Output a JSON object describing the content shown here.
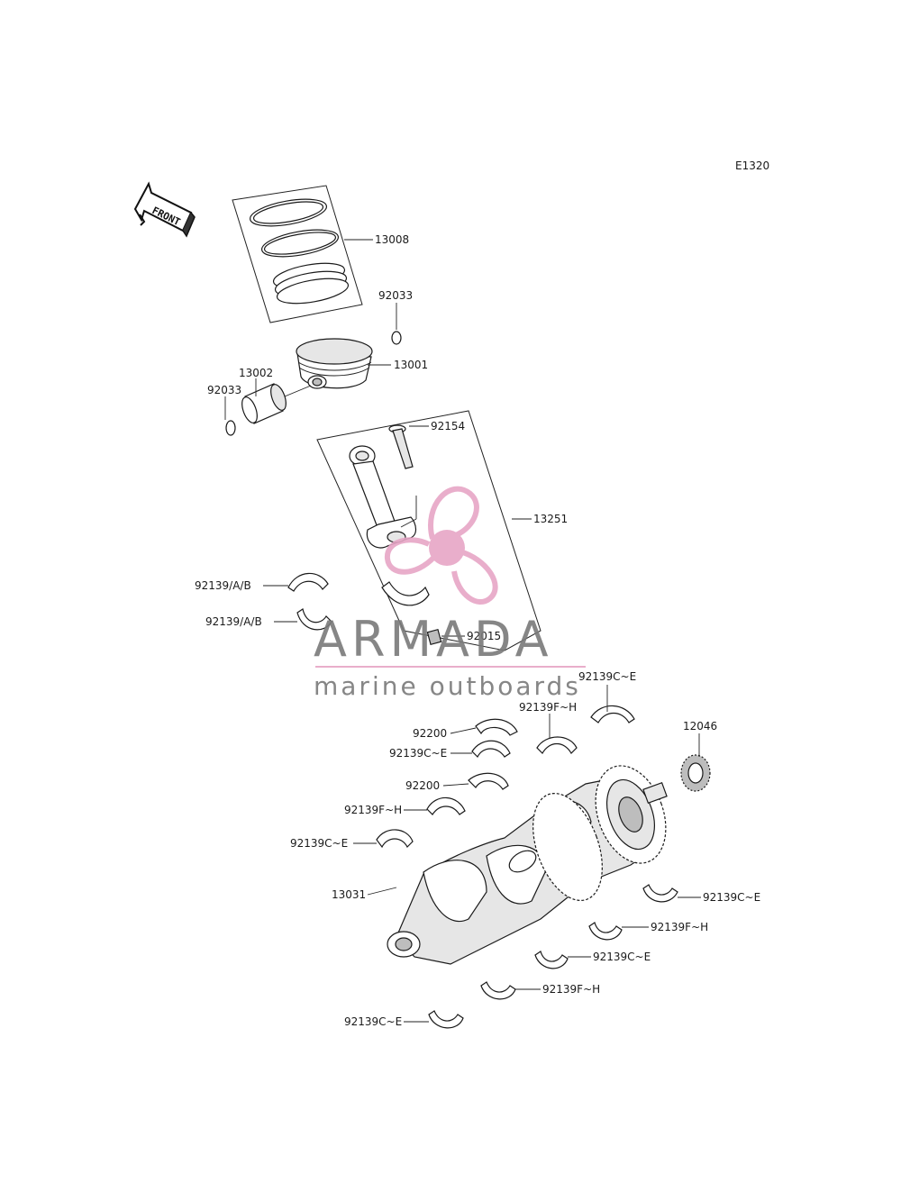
{
  "diagram_code": "E1320",
  "front_label": "FRONT",
  "watermark": {
    "brand": "ARMADA",
    "tagline": "marine outboards",
    "accent_color": "#e7a6c6",
    "text_color": "#7a7a7a"
  },
  "part_labels": [
    "13008",
    "92033",
    "13001",
    "13002",
    "92033",
    "92154",
    "13251",
    "92139/A/B",
    "92139/A/B",
    "92015",
    "92139C~E",
    "92139F~H",
    "12046",
    "92200",
    "92139C~E",
    "92200",
    "92139F~H",
    "92139C~E",
    "13031",
    "92139C~E",
    "92139F~H",
    "92139C~E",
    "92139F~H",
    "92139C~E"
  ]
}
